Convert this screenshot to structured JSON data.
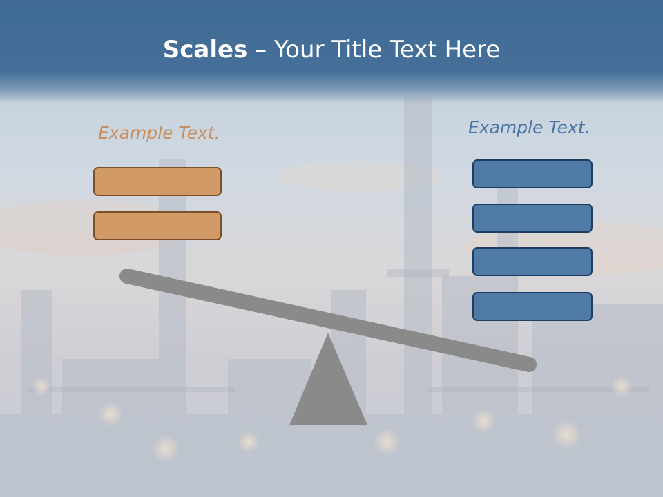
{
  "title": {
    "bold": "Scales",
    "rest": " – Your Title Text Here"
  },
  "left_side": {
    "caption": "Example Text.",
    "box_count": 2,
    "color": "#d29a66"
  },
  "right_side": {
    "caption": "Example Text.",
    "box_count": 4,
    "color": "#4f7aa6"
  },
  "scale": {
    "beam_color": "#8a8a8a",
    "fulcrum_color": "#8a8a8a",
    "tilt": "down-right"
  },
  "colors": {
    "title_band": "#46709a",
    "title_text": "#ffffff",
    "left_caption": "#c88f5c",
    "right_caption": "#4a76a6"
  }
}
